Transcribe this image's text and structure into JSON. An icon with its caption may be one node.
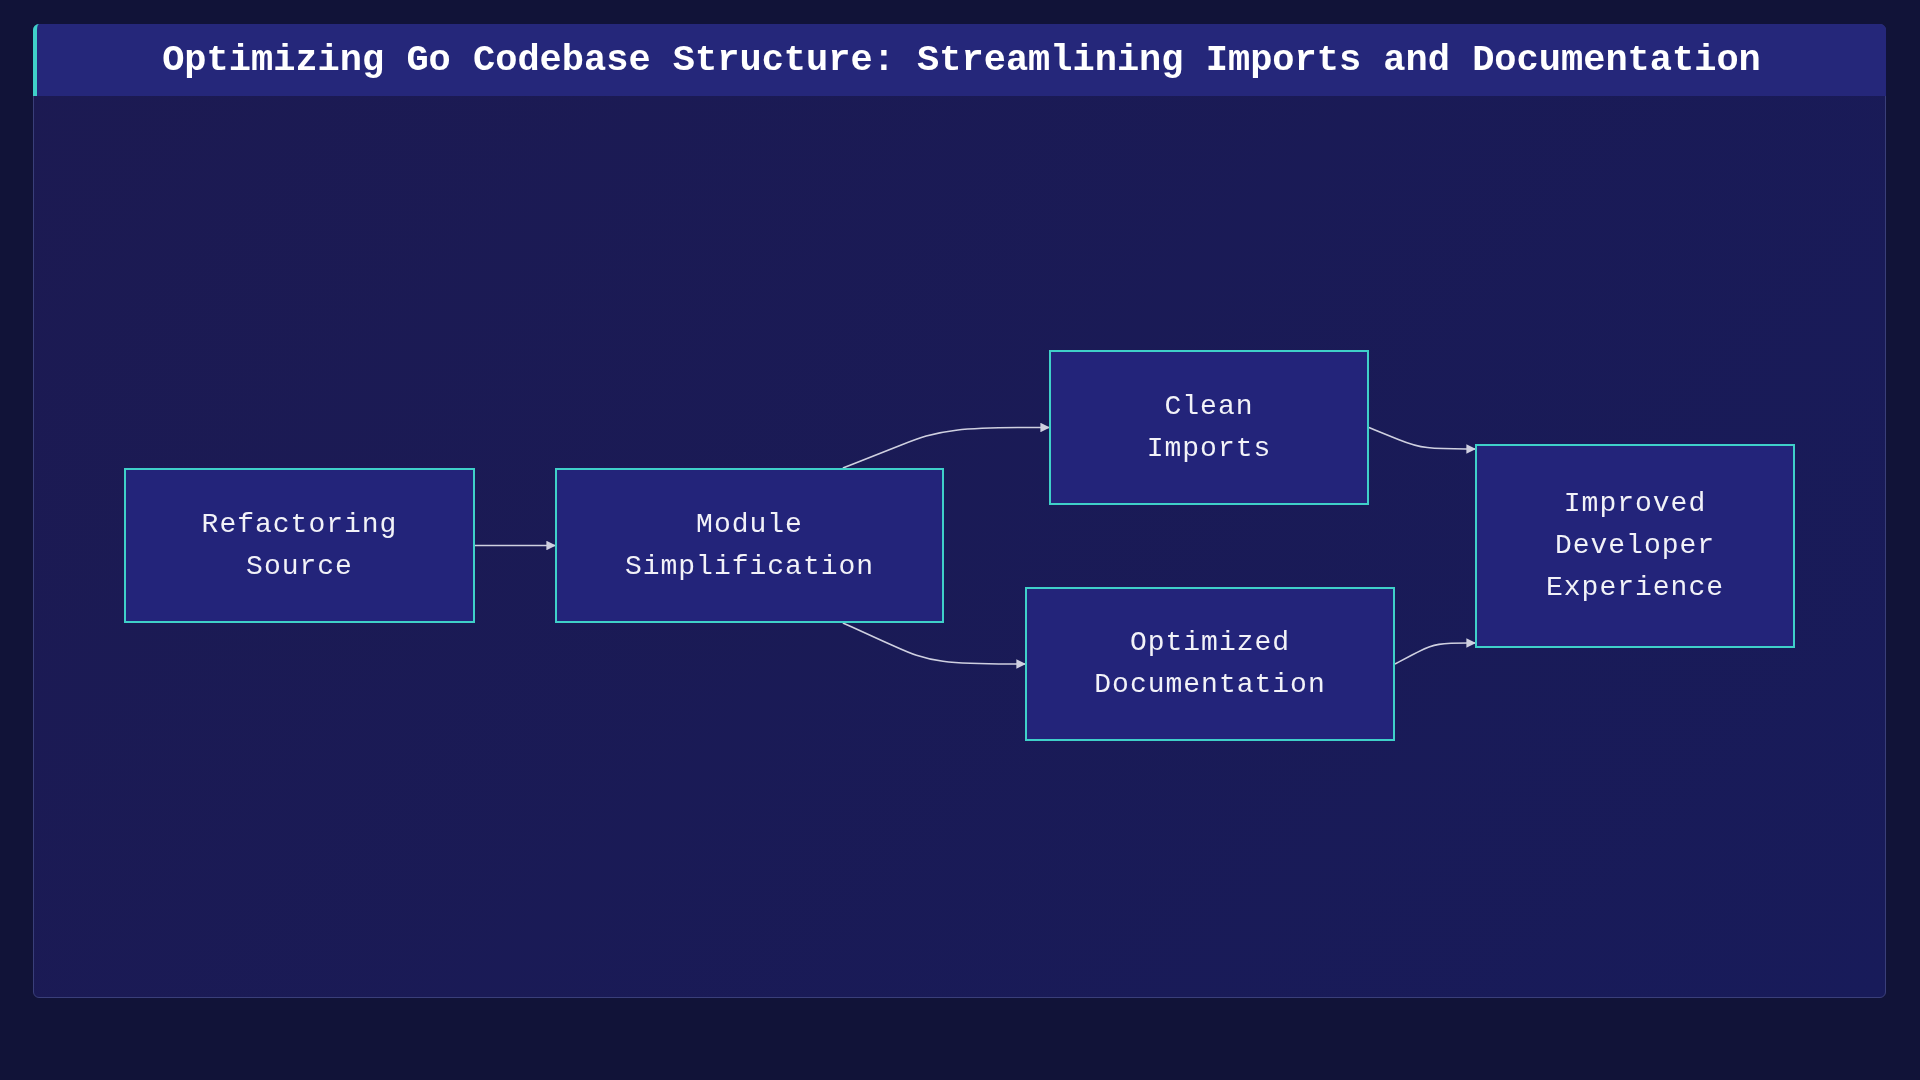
{
  "diagram": {
    "title": "Optimizing Go Codebase Structure: Streamlining Imports and Documentation",
    "nodes": [
      {
        "text": [
          "Refactoring Source"
        ]
      },
      {
        "text": [
          "Module Simplification"
        ]
      },
      {
        "text": [
          "Clean Imports"
        ]
      },
      {
        "text": [
          "Optimized Documentation"
        ]
      },
      {
        "text": [
          "Improved Developer Experience"
        ]
      }
    ],
    "edges": [
      {
        "from": 0,
        "to": 1,
        "arrow": "to"
      },
      {
        "from": 1,
        "to": 2,
        "arrow": "to"
      },
      {
        "from": 1,
        "to": 3,
        "arrow": "to"
      },
      {
        "from": 2,
        "to": 4,
        "arrow": "to"
      },
      {
        "from": 3,
        "to": 4,
        "arrow": "to"
      }
    ]
  }
}
